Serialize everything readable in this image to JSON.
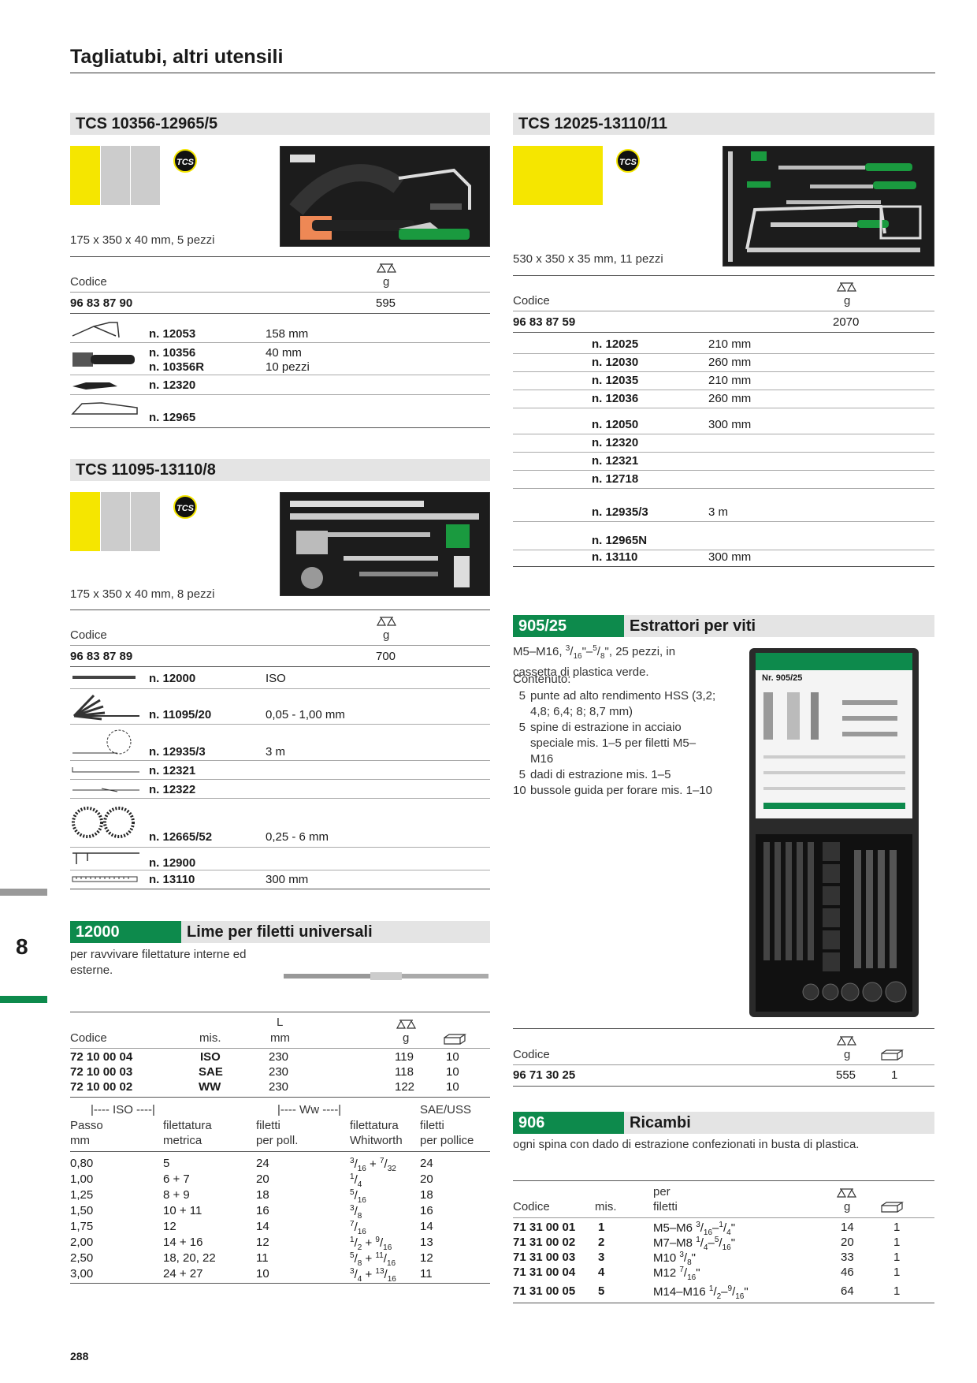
{
  "page": {
    "title": "Tagliatubi, altri utensili",
    "number": "288",
    "chapter": "8"
  },
  "tcs_badge": "TCS",
  "colors": {
    "accent_green": "#0d8a4c",
    "header_gray": "#e4e4e4",
    "swatch_yellow": "#f5e600",
    "swatch_gray": "#cccccc"
  },
  "section1": {
    "title": "TCS 10356-12965/5",
    "desc": "175 x 350 x 40 mm, 5 pezzi",
    "codice_label": "Codice",
    "unit_g": "g",
    "code": "96 83 87 90",
    "weight": "595",
    "items": [
      {
        "icon": "hacksaw-icon",
        "ref": "n. 12053",
        "spec": "158 mm"
      },
      {
        "icon": "scraper-icon",
        "ref": "n. 10356",
        "ref2": "n. 10356R",
        "spec": "40 mm",
        "spec2": "10 pezzi"
      },
      {
        "icon": "knife-icon",
        "ref": "n. 12320",
        "spec": ""
      },
      {
        "icon": "utility-knife-icon",
        "ref": "n. 12965",
        "spec": ""
      }
    ]
  },
  "section2": {
    "title": "TCS 11095-13110/8",
    "desc": "175 x 350 x 40 mm, 8 pezzi",
    "codice_label": "Codice",
    "unit_g": "g",
    "code": "96 83 87 89",
    "weight": "700",
    "items": [
      {
        "icon": "thread-file-icon",
        "ref": "n. 12000",
        "spec": "ISO"
      },
      {
        "icon": "feeler-gauge-icon",
        "ref": "n. 11095/20",
        "spec": "0,05 - 1,00 mm"
      },
      {
        "icon": "tape-measure-icon",
        "ref": "n. 12935/3",
        "spec": "3 m"
      },
      {
        "icon": "scriber-icon",
        "ref": "n. 12321",
        "spec": ""
      },
      {
        "icon": "scriber-icon",
        "ref": "n. 12322",
        "spec": ""
      },
      {
        "icon": "thread-gauge-icon",
        "ref": "n. 12665/52",
        "spec": "0,25 - 6 mm"
      },
      {
        "icon": "caliper-icon",
        "ref": "n. 12900",
        "spec": ""
      },
      {
        "icon": "ruler-icon",
        "ref": "n. 13110",
        "spec": "300 mm"
      }
    ]
  },
  "section3": {
    "number": "12000",
    "name": "Lime per filetti universali",
    "desc": "per ravvivare filettature interne ed esterne.",
    "headers": {
      "codice": "Codice",
      "mis": "mis.",
      "l": "L",
      "mm": "mm",
      "g": "g"
    },
    "rows": [
      {
        "code": "72 10 00 04",
        "mis": "ISO",
        "l": "230",
        "g": "119",
        "qty": "10"
      },
      {
        "code": "72 10 00 03",
        "mis": "SAE",
        "l": "230",
        "g": "118",
        "qty": "10"
      },
      {
        "code": "72 10 00 02",
        "mis": "WW",
        "l": "230",
        "g": "122",
        "qty": "10"
      }
    ],
    "pitch_header": {
      "iso_span": "|---- ISO ----|",
      "ww_span": "|---- Ww ----|",
      "sae": "SAE/USS",
      "c1a": "Passo",
      "c1b": "mm",
      "c2a": "filettatura",
      "c2b": "metrica",
      "c3a": "filetti",
      "c3b": "per poll.",
      "c4a": "filettatura",
      "c4b": "Whitworth",
      "c5a": "filetti",
      "c5b": "per pollice"
    },
    "pitch_rows": [
      {
        "passo": "0,80",
        "metrica": "5",
        "filetti": "24",
        "whit_a": "3",
        "whit_b": "16",
        "whit_c": " + ",
        "whit_d": "7",
        "whit_e": "32",
        "sae": "24"
      },
      {
        "passo": "1,00",
        "metrica": "6 + 7",
        "filetti": "20",
        "whit_a": "1",
        "whit_b": "4",
        "whit_c": "",
        "whit_d": "",
        "whit_e": "",
        "sae": "20"
      },
      {
        "passo": "1,25",
        "metrica": "8 + 9",
        "filetti": "18",
        "whit_a": "5",
        "whit_b": "16",
        "whit_c": "",
        "whit_d": "",
        "whit_e": "",
        "sae": "18"
      },
      {
        "passo": "1,50",
        "metrica": "10 + 11",
        "filetti": "16",
        "whit_a": "3",
        "whit_b": "8",
        "whit_c": "",
        "whit_d": "",
        "whit_e": "",
        "sae": "16"
      },
      {
        "passo": "1,75",
        "metrica": "12",
        "filetti": "14",
        "whit_a": "7",
        "whit_b": "16",
        "whit_c": "",
        "whit_d": "",
        "whit_e": "",
        "sae": "14"
      },
      {
        "passo": "2,00",
        "metrica": "14 + 16",
        "filetti": "12",
        "whit_a": "1",
        "whit_b": "2",
        "whit_c": " + ",
        "whit_d": "9",
        "whit_e": "16",
        "sae": "13"
      },
      {
        "passo": "2,50",
        "metrica": "18, 20, 22",
        "filetti": "11",
        "whit_a": "5",
        "whit_b": "8",
        "whit_c": " + ",
        "whit_d": "11",
        "whit_e": "16",
        "sae": "12"
      },
      {
        "passo": "3,00",
        "metrica": "24 + 27",
        "filetti": "10",
        "whit_a": "3",
        "whit_b": "4",
        "whit_c": " + ",
        "whit_d": "13",
        "whit_e": "16",
        "sae": "11"
      }
    ]
  },
  "section4": {
    "title": "TCS 12025-13110/11",
    "desc": "530 x 350 x 35 mm, 11 pezzi",
    "codice_label": "Codice",
    "unit_g": "g",
    "code": "96 83 87 59",
    "weight": "2070",
    "items": [
      {
        "icon": "file-icon",
        "ref": "n. 12025",
        "spec": "210 mm"
      },
      {
        "icon": "file-icon",
        "ref": "n. 12030",
        "spec": "260 mm"
      },
      {
        "icon": "file-icon",
        "ref": "n. 12035",
        "spec": "210 mm"
      },
      {
        "icon": "file-icon",
        "ref": "n. 12036",
        "spec": "260 mm"
      },
      {
        "icon": "hacksaw-icon",
        "ref": "n. 12050",
        "spec": "300 mm"
      },
      {
        "icon": "knife-icon",
        "ref": "n. 12320",
        "spec": ""
      },
      {
        "icon": "scriber-icon",
        "ref": "n. 12321",
        "spec": ""
      },
      {
        "icon": "center-punch-icon",
        "ref": "n. 12718",
        "spec": ""
      },
      {
        "icon": "tape-measure-icon",
        "ref": "n. 12935/3",
        "spec": "3 m"
      },
      {
        "icon": "utility-knife-icon",
        "ref": "n. 12965N",
        "spec": ""
      },
      {
        "icon": "ruler-icon",
        "ref": "n. 13110",
        "spec": "300 mm"
      }
    ]
  },
  "section5": {
    "number": "905/25",
    "name": "Estrattori per viti",
    "intro_a": "M5–M16, ",
    "intro_f1": "3",
    "intro_f2": "16",
    "intro_mid": "\"–",
    "intro_f3": "5",
    "intro_f4": "8",
    "intro_b": "\", 25 pezzi, in cassetta di plastica verde.",
    "contents_label": "Contenuto:",
    "contents": [
      {
        "qty": "5",
        "text": "punte ad alto rendimento HSS (3,2; 4,8; 6,4; 8; 8,7 mm)"
      },
      {
        "qty": "5",
        "text": "spine di estrazione in acciaio speciale mis. 1–5 per filetti M5–M16"
      },
      {
        "qty": "5",
        "text": "dadi di estrazione mis. 1–5"
      },
      {
        "qty": "10",
        "text": "bussole guida per forare mis. 1–10"
      }
    ],
    "case_label": "Nr. 905/25",
    "codice_label": "Codice",
    "unit_g": "g",
    "code": "96 71 30 25",
    "weight": "555",
    "qty": "1"
  },
  "section6": {
    "number": "906",
    "name": "Ricambi",
    "desc": "ogni spina con dado di estrazione confezionati in busta di plastica.",
    "headers": {
      "codice": "Codice",
      "mis": "mis.",
      "per": "per",
      "filetti": "filetti",
      "g": "g"
    },
    "rows": [
      {
        "code": "71 31 00 01",
        "mis": "1",
        "thread": "M5–M6 ",
        "f1": "3",
        "f2": "16",
        "mid": "–",
        "f3": "1",
        "f4": "4",
        "g": "14",
        "qty": "1"
      },
      {
        "code": "71 31 00 02",
        "mis": "2",
        "thread": "M7–M8 ",
        "f1": "1",
        "f2": "4",
        "mid": "–",
        "f3": "5",
        "f4": "16",
        "g": "20",
        "qty": "1"
      },
      {
        "code": "71 31 00 03",
        "mis": "3",
        "thread": "M10 ",
        "f1": "3",
        "f2": "8",
        "mid": "",
        "f3": "",
        "f4": "",
        "g": "33",
        "qty": "1"
      },
      {
        "code": "71 31 00 04",
        "mis": "4",
        "thread": "M12 ",
        "f1": "7",
        "f2": "16",
        "mid": "",
        "f3": "",
        "f4": "",
        "g": "46",
        "qty": "1"
      },
      {
        "code": "71 31 00 05",
        "mis": "5",
        "thread": "M14–M16 ",
        "f1": "1",
        "f2": "2",
        "mid": "–",
        "f3": "9",
        "f4": "16",
        "g": "64",
        "qty": "1"
      }
    ]
  }
}
